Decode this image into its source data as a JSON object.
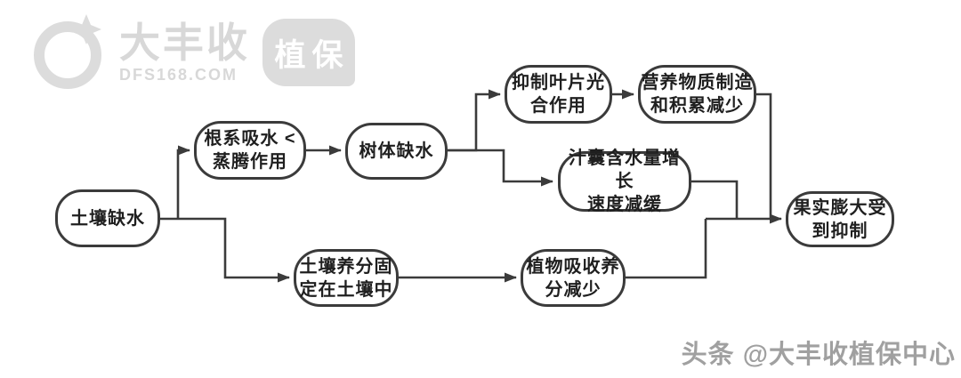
{
  "logo": {
    "brand": "大丰收",
    "domain": "DFS168.COM",
    "badge_label": "植保"
  },
  "watermark": {
    "text": "头条 @大丰收植保中心"
  },
  "colors": {
    "line": "#3b3b3b",
    "node_border": "#3b3b3b",
    "node_text": "#1f1f1f",
    "logo_gray": "#d8d8d8",
    "watermark_gray": "#a0a0a0"
  },
  "flowchart": {
    "nodes": [
      {
        "id": "soil-water-shortage",
        "label": "土壤缺水"
      },
      {
        "id": "root-absorption-lt-transpiration",
        "label": "根系吸水 <\n蒸腾作用"
      },
      {
        "id": "tree-water-shortage",
        "label": "树体缺水"
      },
      {
        "id": "inhibit-leaf-photosynthesis",
        "label": "抑制叶片光\n合作用"
      },
      {
        "id": "nutrient-production-accumulation-decrease",
        "label": "营养物质制造\n和积累减少"
      },
      {
        "id": "juice-sac-water-growth-slows",
        "label": "汁囊含水量增长\n速度减缓"
      },
      {
        "id": "soil-nutrients-fixed-in-soil",
        "label": "土壤养分固\n定在土壤中"
      },
      {
        "id": "plant-nutrient-absorption-decrease",
        "label": "植物吸收养\n分减少"
      },
      {
        "id": "fruit-enlargement-inhibited",
        "label": "果实膨大受\n到抑制"
      }
    ],
    "edges": [
      {
        "from": "soil-water-shortage",
        "to": "root-absorption-lt-transpiration"
      },
      {
        "from": "soil-water-shortage",
        "to": "soil-nutrients-fixed-in-soil"
      },
      {
        "from": "root-absorption-lt-transpiration",
        "to": "tree-water-shortage"
      },
      {
        "from": "tree-water-shortage",
        "to": "inhibit-leaf-photosynthesis"
      },
      {
        "from": "tree-water-shortage",
        "to": "juice-sac-water-growth-slows"
      },
      {
        "from": "inhibit-leaf-photosynthesis",
        "to": "nutrient-production-accumulation-decrease"
      },
      {
        "from": "nutrient-production-accumulation-decrease",
        "to": "fruit-enlargement-inhibited"
      },
      {
        "from": "juice-sac-water-growth-slows",
        "to": "fruit-enlargement-inhibited"
      },
      {
        "from": "soil-nutrients-fixed-in-soil",
        "to": "plant-nutrient-absorption-decrease"
      },
      {
        "from": "plant-nutrient-absorption-decrease",
        "to": "fruit-enlargement-inhibited"
      }
    ]
  }
}
